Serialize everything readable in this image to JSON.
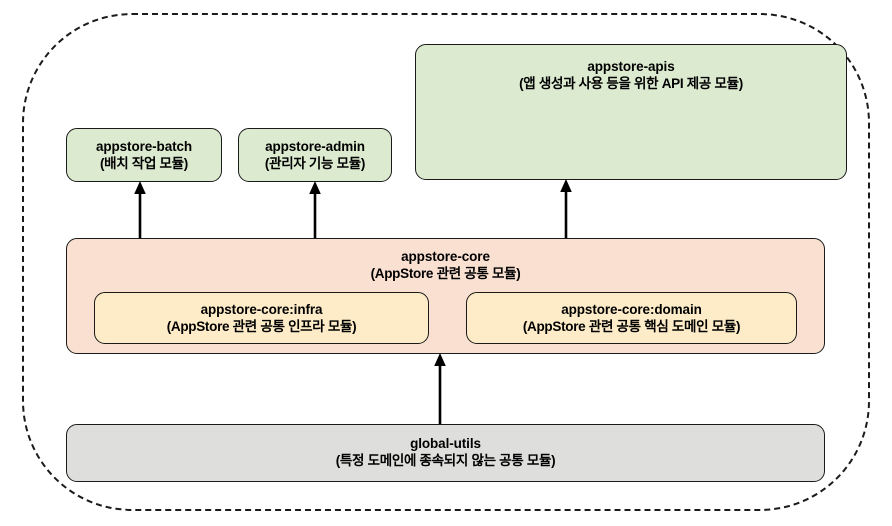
{
  "diagram": {
    "title": "AppStore module dependency diagram",
    "boundary_style": "dashed-rounded-rectangle",
    "colors": {
      "green": "#dcead0",
      "peach": "#fae0d1",
      "yellow": "#fdecc7",
      "grey": "#dededd",
      "stroke": "#1a1a1a",
      "boundary": "#1b1b1b"
    },
    "nodes": {
      "apis": {
        "title": "appstore-apis",
        "subtitle": "(앱 생성과 사용 등을 위한 API 제공 모듈)"
      },
      "batch": {
        "title": "appstore-batch",
        "subtitle": "(배치 작업 모듈)"
      },
      "admin": {
        "title": "appstore-admin",
        "subtitle": "(관리자 기능 모듈)"
      },
      "core": {
        "title": "appstore-core",
        "subtitle": "(AppStore 관련 공통 모듈)"
      },
      "core_infra": {
        "title": "appstore-core:infra",
        "subtitle": "(AppStore 관련 공통 인프라 모듈)"
      },
      "core_domain": {
        "title": "appstore-core:domain",
        "subtitle": "(AppStore 관련 공통 핵심 도메인 모듈)"
      },
      "global_utils": {
        "title": "global-utils",
        "subtitle": "(특정 도메인에 종속되지 않는 공통 모듈)"
      }
    },
    "edges": [
      {
        "name": "core-to-batch",
        "from": "core",
        "to": "batch",
        "direction": "up"
      },
      {
        "name": "core-to-admin",
        "from": "core",
        "to": "admin",
        "direction": "up"
      },
      {
        "name": "core-to-apis",
        "from": "core",
        "to": "apis",
        "direction": "up"
      },
      {
        "name": "global-utils-to-core",
        "from": "global_utils",
        "to": "core",
        "direction": "up"
      }
    ]
  }
}
